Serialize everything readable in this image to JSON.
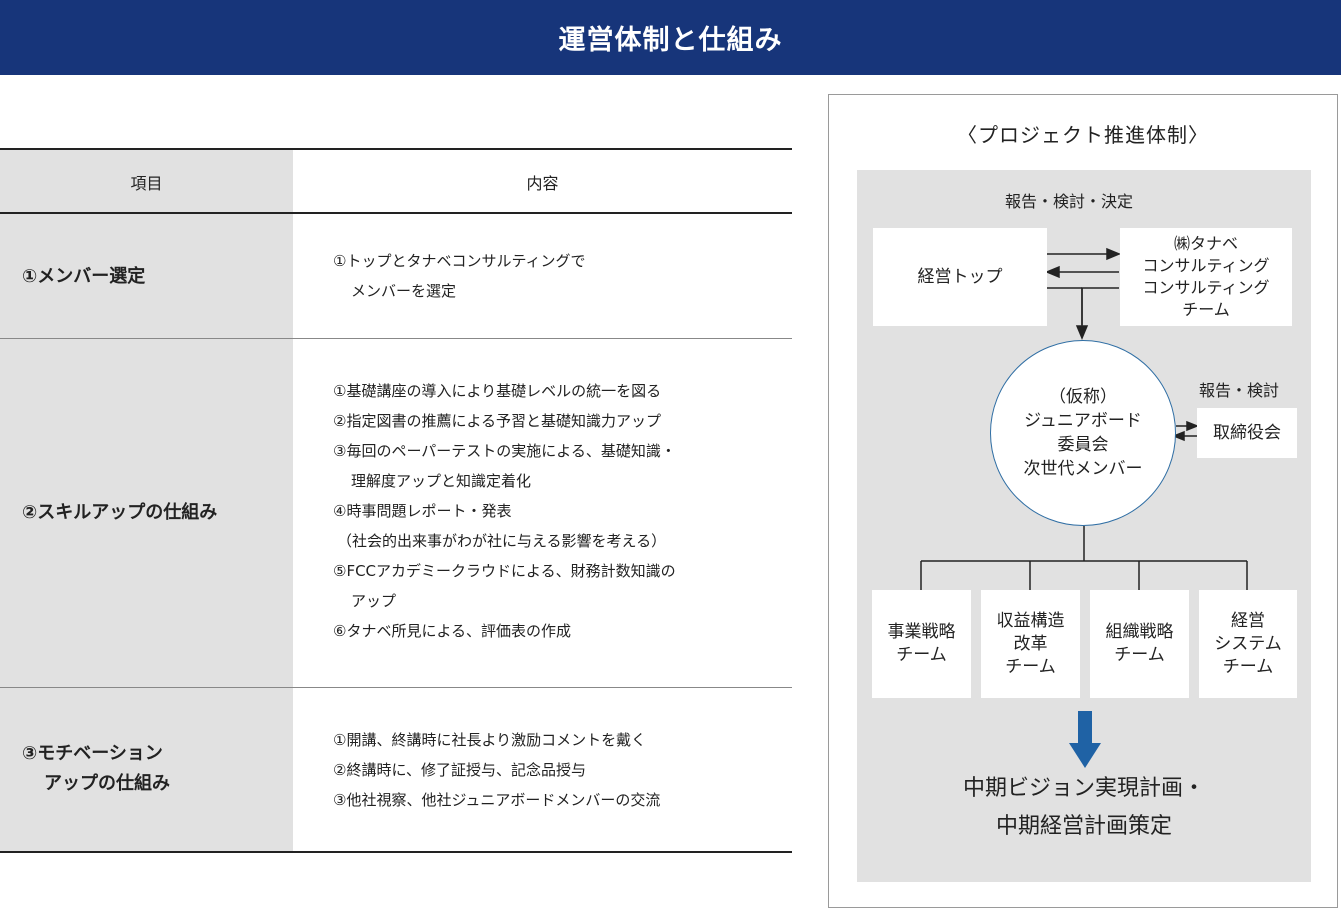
{
  "header": {
    "title": "運営体制と仕組み"
  },
  "table": {
    "col_item": "項目",
    "col_content": "内容",
    "rows": [
      {
        "item_lines": [
          "①メンバー選定"
        ],
        "content_lines": [
          "①トップとタナベコンサルティングで",
          "メンバーを選定"
        ]
      },
      {
        "item_lines": [
          "②スキルアップの仕組み"
        ],
        "content_lines": [
          "①基礎講座の導入により基礎レベルの統一を図る",
          "②指定図書の推薦による予習と基礎知識力アップ",
          "③毎回のペーパーテストの実施による、基礎知識・",
          "理解度アップと知識定着化",
          "④時事問題レポート・発表",
          "（社会的出来事がわが社に与える影響を考える）",
          "⑤FCCアカデミークラウドによる、財務計数知識の",
          "アップ",
          "⑥タナベ所見による、評価表の作成"
        ]
      },
      {
        "item_lines": [
          "③モチベーション",
          "アップの仕組み"
        ],
        "content_lines": [
          "①開講、終講時に社長より激励コメントを戴く",
          "②終講時に、修了証授与、記念品授与",
          "③他社視察、他社ジュニアボードメンバーの交流"
        ]
      }
    ]
  },
  "diagram": {
    "title": "〈プロジェクト推進体制〉",
    "top_label": "報告・検討・決定",
    "top_box": "経営トップ",
    "consult_box": [
      "㈱タナベ",
      "コンサルティング",
      "コンサルティング",
      "チーム"
    ],
    "circle": [
      "（仮称）",
      "ジュニアボード",
      "委員会",
      "次世代メンバー"
    ],
    "side_label": "報告・検討",
    "side_box": "取締役会",
    "teams": [
      [
        "事業戦略",
        "チーム"
      ],
      [
        "収益構造",
        "改革",
        "チーム"
      ],
      [
        "組織戦略",
        "チーム"
      ],
      [
        "経営",
        "システム",
        "チーム"
      ]
    ],
    "final_lines": [
      "中期ビジョン実現計画・",
      "中期経営計画策定"
    ],
    "arrow_color": "#1f62a5",
    "circle_border_color": "#2f6ea4"
  },
  "colors": {
    "header_bg": "#17357a",
    "table_item_bg": "#e1e1e1",
    "panel_bg": "#e1e1e1"
  }
}
